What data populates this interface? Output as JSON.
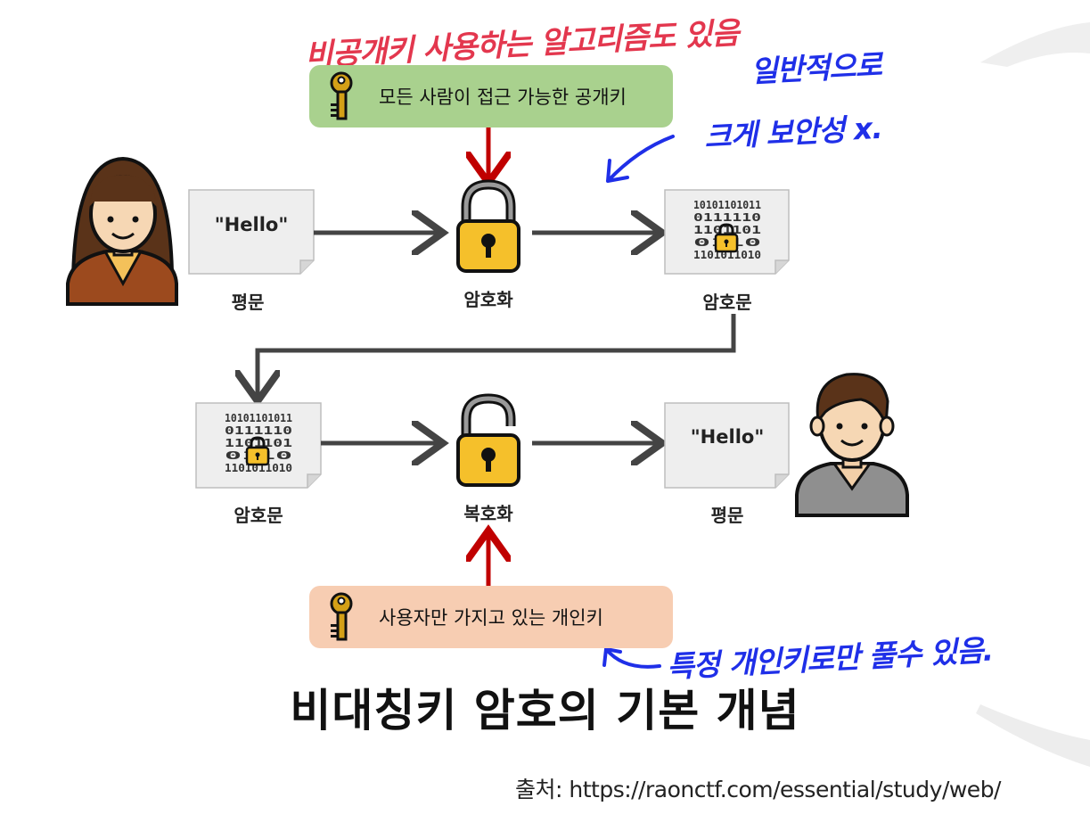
{
  "diagram": {
    "title": "비대칭키 암호의 기본 개념",
    "source": "출처: https://raonctf.com/essential/study/web/",
    "public_key_box": {
      "text": "모든 사람이 접근 가능한 공개키",
      "color": "#a9d18e"
    },
    "private_key_box": {
      "text": "사용자만 가지고 있는 개인키",
      "color": "#f7cdb2"
    },
    "row1": {
      "doc_text": "\"Hello\"",
      "plain_label": "평문",
      "encrypt_label": "암호화",
      "cipher_label": "암호문"
    },
    "row2": {
      "cipher_label": "암호문",
      "decrypt_label": "복호화",
      "doc_text": "\"Hello\"",
      "plain_label": "평문"
    },
    "binary_lines": [
      "10101101011",
      "0111110",
      "1101101",
      "0110",
      "1101011010"
    ],
    "colors": {
      "arrow_dark": "#444444",
      "arrow_red": "#c00000",
      "lock_body": "#f5c02b",
      "lock_outline": "#111111",
      "key_gold": "#d4a017",
      "annotation_red": "#e3374e",
      "annotation_blue": "#1f2fe8"
    }
  },
  "annotations": {
    "top_red": "비공개키 사용하는 알고리즘도 있음",
    "top_right_blue_1": "일반적으로",
    "top_right_blue_2": "크게 보안성 x.",
    "bottom_blue": "특정 개인키로만 풀수 있음."
  }
}
